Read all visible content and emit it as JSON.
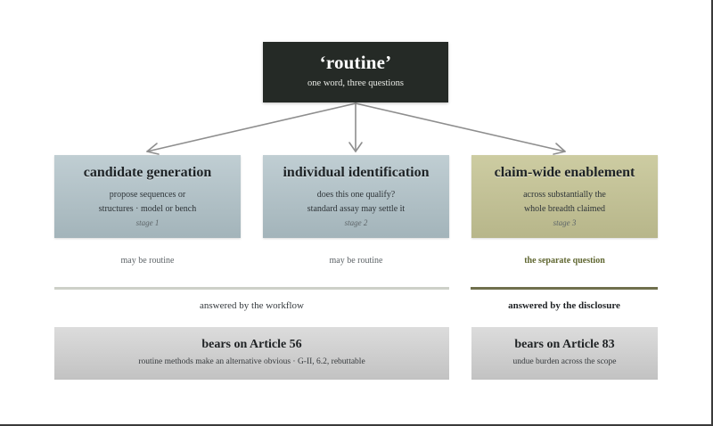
{
  "root": {
    "title": "‘routine’",
    "subtitle": "one word, three questions"
  },
  "stages": [
    {
      "name": "candidate generation",
      "desc_line1": "propose sequences or",
      "desc_line2": "structures · model or bench",
      "tag": "stage 1",
      "verdict": "may be routine"
    },
    {
      "name": "individual identification",
      "desc_line1": "does this one qualify?",
      "desc_line2": "standard assay may settle it",
      "tag": "stage 2",
      "verdict": "may be routine"
    },
    {
      "name": "claim-wide enablement",
      "desc_line1": "across substantially the",
      "desc_line2": "whole breadth claimed",
      "tag": "stage 3",
      "verdict": "the separate question"
    }
  ],
  "answered": {
    "workflow": "answered by the workflow",
    "disclosure": "answered by the disclosure"
  },
  "articles": [
    {
      "head": "bears on Article 56",
      "body": "routine methods make an alternative obvious · G-II, 6.2, rebuttable"
    },
    {
      "head": "bears on Article 83",
      "body": "undue burden across the scope"
    }
  ],
  "colors": {
    "root_bg": "#252a26",
    "stage_blue": "#b1c0c5",
    "stage_olive": "#c2c196",
    "accent_olive": "#5f6630",
    "arrow": "#8c8c8c"
  }
}
